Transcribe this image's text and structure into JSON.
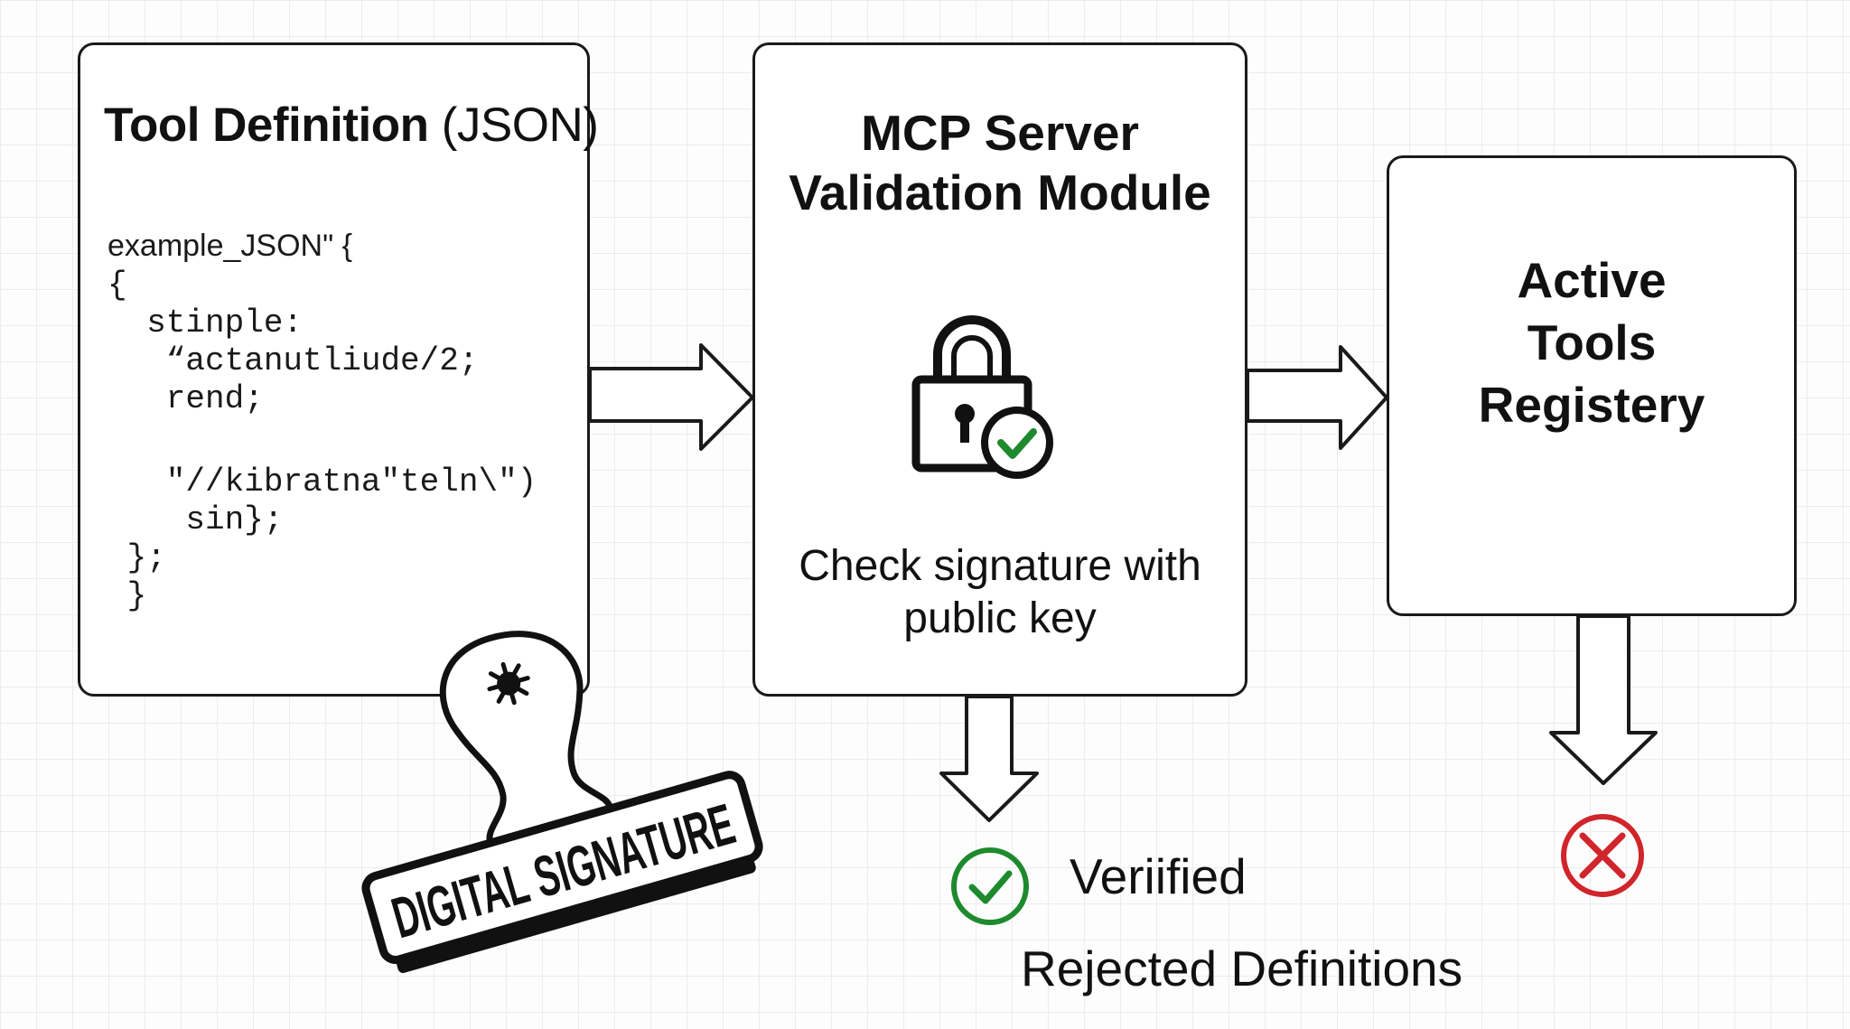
{
  "tool_box": {
    "title_bold": "Tool Definition",
    "title_rest": " (JSON)",
    "code": [
      "example_JSON\" {",
      "{",
      "  stinple:",
      "   “actanutliude/2;",
      "   rend;",
      "",
      "   \"//kibratna\"teln\\\")",
      "    sin};",
      " };",
      " }"
    ]
  },
  "mcp_box": {
    "title_line1": "MCP Server",
    "title_line2": "Validation Module",
    "description": "Check signature with public key",
    "lock_icon": "padlock-with-checkmark"
  },
  "registry_box": {
    "line1": "Active",
    "line2": "Tools",
    "line3": "Registery"
  },
  "stamp": {
    "text": "DIGITAL SIGNATURE"
  },
  "outcomes": {
    "verified_label": "Veriified",
    "rejected_label": "Rejected Definitions"
  },
  "colors": {
    "verified_green": "#1e8a2e",
    "rejected_red": "#d0252b",
    "ink": "#111111"
  }
}
